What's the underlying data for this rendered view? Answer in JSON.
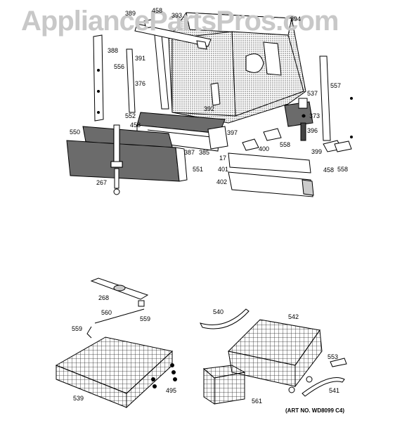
{
  "watermark": "AppliancePartsPros.com",
  "art_number": "(ART NO. WD8099 C4)",
  "callouts": {
    "c389": "389",
    "c458a": "458",
    "c393": "393",
    "c394": "394",
    "c388": "388",
    "c556": "556",
    "c391": "391",
    "c376": "376",
    "c557": "557",
    "c537": "537",
    "c392": "392",
    "c552": "552",
    "c373": "373",
    "c458b": "458",
    "c397": "397",
    "c396": "396",
    "c550": "550",
    "c385": "385",
    "c387": "387",
    "c400": "400",
    "c558a": "558",
    "c17": "17",
    "c399": "399",
    "c401": "401",
    "c551": "551",
    "c458c": "458",
    "c558b": "558",
    "c267": "267",
    "c402": "402",
    "c268": "268",
    "c560": "560",
    "c559a": "559",
    "c559b": "559",
    "c540": "540",
    "c542": "542",
    "c553": "553",
    "c495": "495",
    "c539": "539",
    "c561": "561",
    "c541": "541"
  },
  "colors": {
    "ink": "#000000",
    "hatch": "#555555",
    "watermark": "#c8c8c8"
  }
}
